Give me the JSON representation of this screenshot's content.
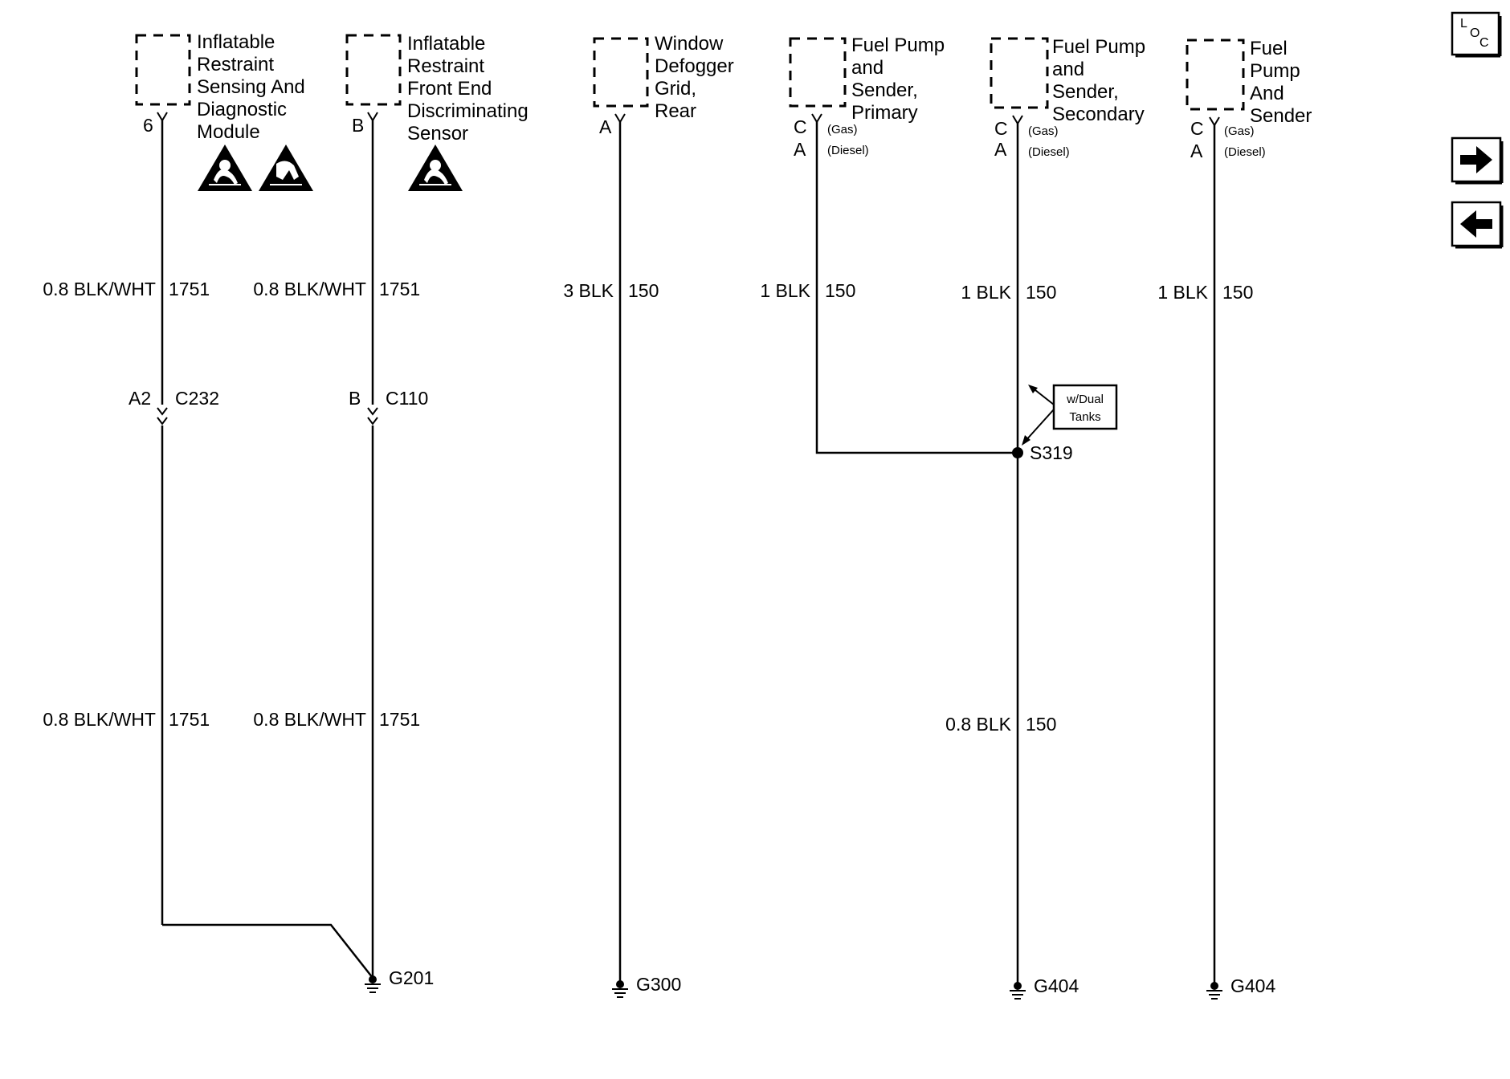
{
  "nav": {
    "loc_letters": [
      "L",
      "O",
      "C"
    ],
    "next_icon": "arrow-right-icon",
    "prev_icon": "arrow-left-icon"
  },
  "components": [
    {
      "id": "irsdm",
      "lines": [
        "Inflatable",
        "Restraint",
        "Sensing And",
        "Diagnostic",
        "Module"
      ],
      "pin": "6"
    },
    {
      "id": "irfeds",
      "lines": [
        "Inflatable",
        "Restraint",
        "Front End",
        "Discriminating",
        "Sensor"
      ],
      "pin": "B"
    },
    {
      "id": "defogger",
      "lines": [
        "Window",
        "Defogger",
        "Grid,",
        "Rear"
      ],
      "pin": "A"
    },
    {
      "id": "fps-primary",
      "lines": [
        "Fuel Pump",
        "and",
        "Sender,",
        "Primary"
      ],
      "pin_gas": "C",
      "pin_diesel": "A",
      "gas": "(Gas)",
      "diesel": "(Diesel)"
    },
    {
      "id": "fps-secondary",
      "lines": [
        "Fuel Pump",
        "and",
        "Sender,",
        "Secondary"
      ],
      "pin_gas": "C",
      "pin_diesel": "A",
      "gas": "(Gas)",
      "diesel": "(Diesel)"
    },
    {
      "id": "fps",
      "lines": [
        "Fuel",
        "Pump",
        "And",
        "Sender"
      ],
      "pin_gas": "C",
      "pin_diesel": "A",
      "gas": "(Gas)",
      "diesel": "(Diesel)"
    }
  ],
  "wire_labels": {
    "w1_top_size": "0.8 BLK/WHT",
    "w1_top_circ": "1751",
    "w2_top_size": "0.8 BLK/WHT",
    "w2_top_circ": "1751",
    "w3_size": "3 BLK",
    "w3_circ": "150",
    "w4_size": "1 BLK",
    "w4_circ": "150",
    "w5_top_size": "1 BLK",
    "w5_top_circ": "150",
    "w6_size": "1 BLK",
    "w6_circ": "150",
    "w1_bot_size": "0.8 BLK/WHT",
    "w1_bot_circ": "1751",
    "w2_bot_size": "0.8 BLK/WHT",
    "w2_bot_circ": "1751",
    "w5_bot_size": "0.8 BLK",
    "w5_bot_circ": "150"
  },
  "connectors": {
    "c232_pin": "A2",
    "c232": "C232",
    "c110_pin": "B",
    "c110": "C110"
  },
  "splice": {
    "label": "S319",
    "note_lines": [
      "w/Dual",
      "Tanks"
    ]
  },
  "grounds": {
    "g201": "G201",
    "g300": "G300",
    "g404a": "G404",
    "g404b": "G404"
  },
  "icons": {
    "airbag_warning_1": "airbag-warning-icon",
    "esd_warning": "esd-warning-icon",
    "airbag_warning_2": "airbag-warning-icon"
  }
}
